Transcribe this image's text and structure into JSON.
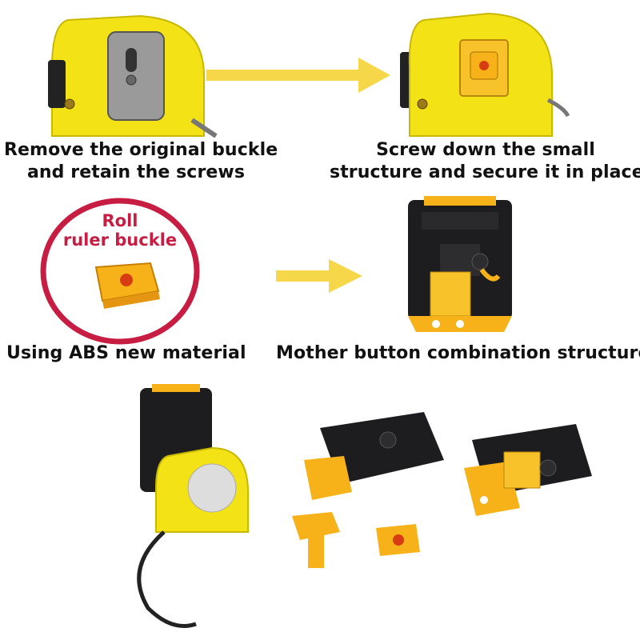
{
  "steps": [
    {
      "caption_line1": "Remove the original buckle",
      "caption_line2": "and retain the screws"
    },
    {
      "caption_line1": "Screw down the small",
      "caption_line2": "structure and secure it in place"
    },
    {
      "caption_line1": "Using ABS new material"
    },
    {
      "caption_line1": "Mother button combination structure"
    }
  ],
  "badge": {
    "line1": "Roll",
    "line2": "ruler buckle"
  },
  "colors": {
    "accent_yellow": "#f5e21a",
    "clip_orange": "#f7b21a",
    "badge_red": "#c81d42",
    "holder_black": "#1d1d1f"
  }
}
